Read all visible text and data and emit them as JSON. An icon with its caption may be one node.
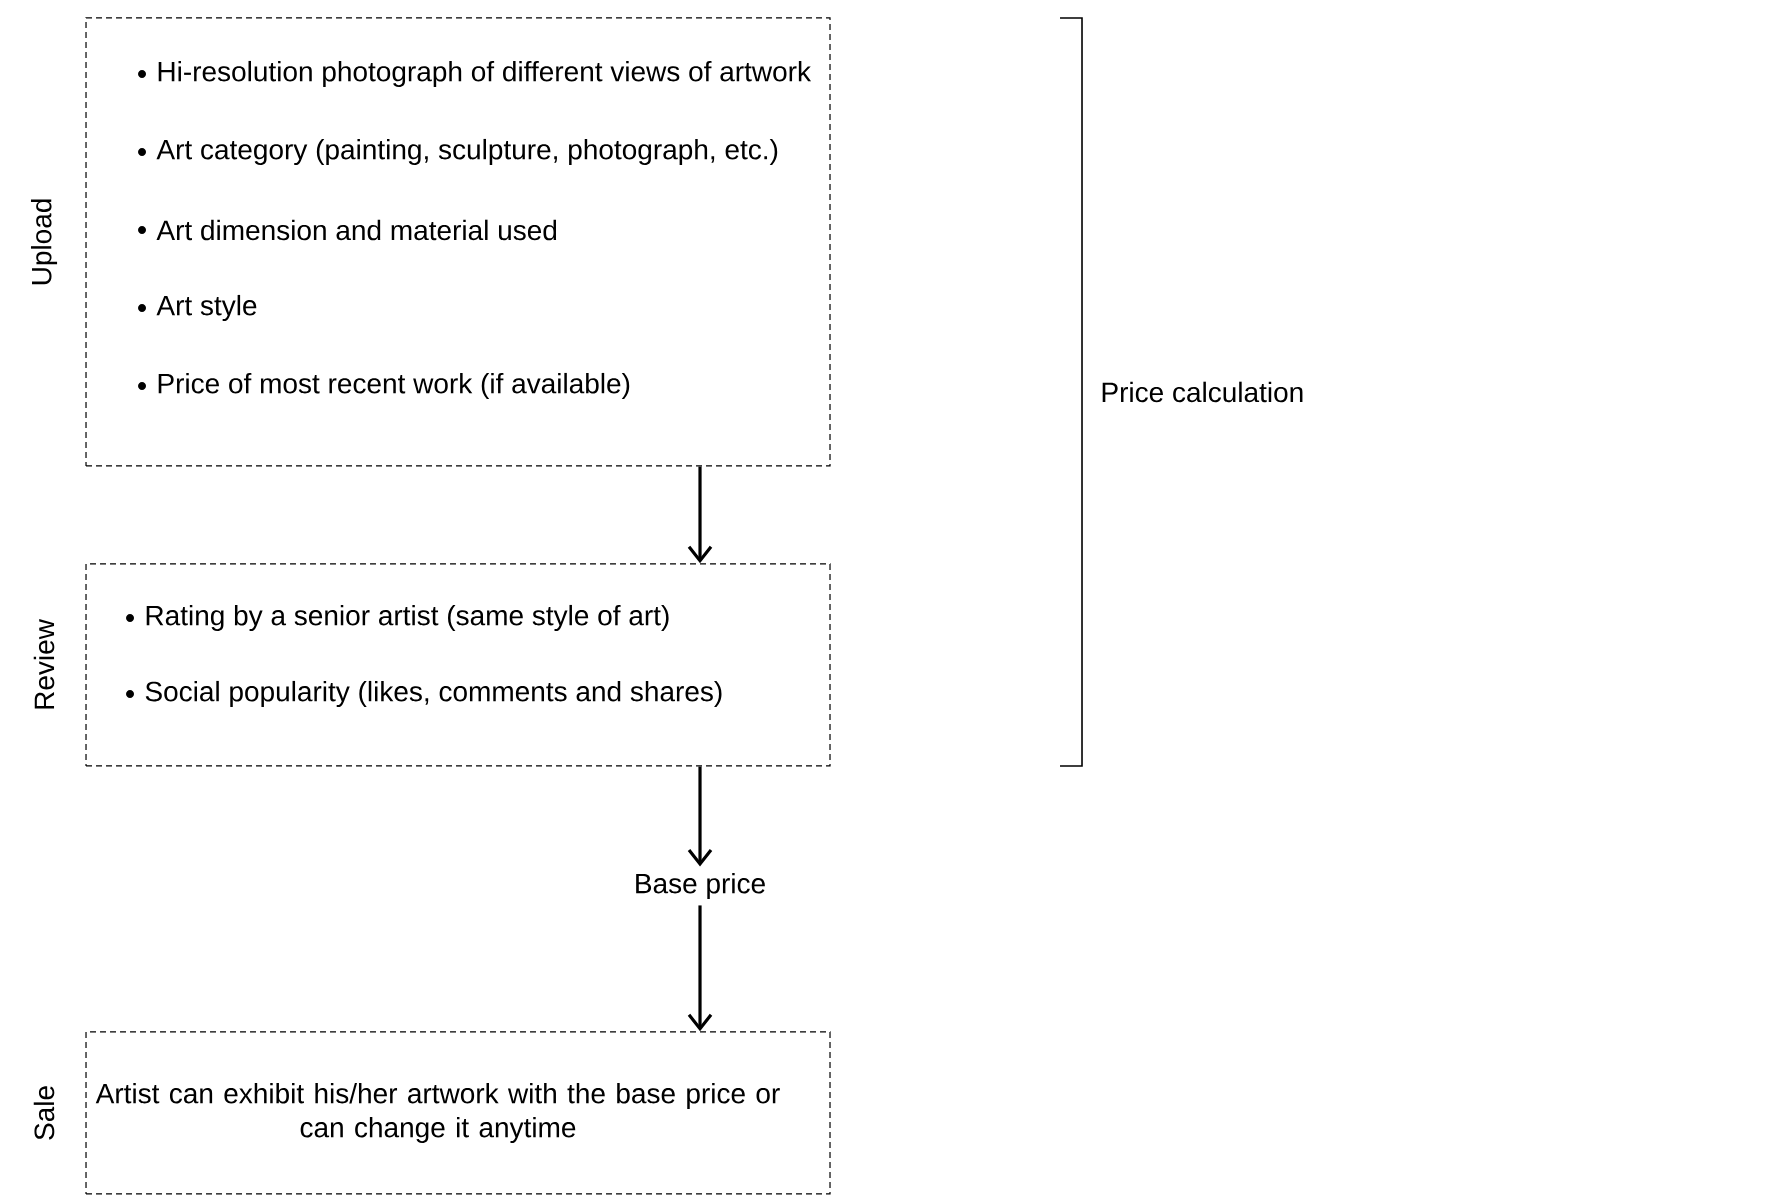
{
  "diagram": {
    "nodes": [
      {
        "text": [
          "Upload",
          "Hi-resolution photograph of different views of artwork",
          "Art category (painting, sculpture, photograph, etc.)",
          "Art dimension and material used",
          "Art style",
          "Price of most recent work (if available)"
        ]
      },
      {
        "text": [
          "Review",
          "Rating by a senior artist (same style of art)",
          "Social popularity (likes, comments and shares)"
        ]
      },
      {
        "text": [
          "Base price"
        ]
      },
      {
        "text": [
          "Sale",
          "Artist can exhibit his/her artwork with the base price or can change it anytime"
        ]
      }
    ],
    "edges": [
      {
        "from": 0,
        "to": 1,
        "arrow": "to"
      },
      {
        "from": 1,
        "to": 2,
        "arrow": "to"
      },
      {
        "from": 2,
        "to": 3,
        "arrow": "to"
      }
    ],
    "labels": [
      "Price calculation"
    ]
  }
}
